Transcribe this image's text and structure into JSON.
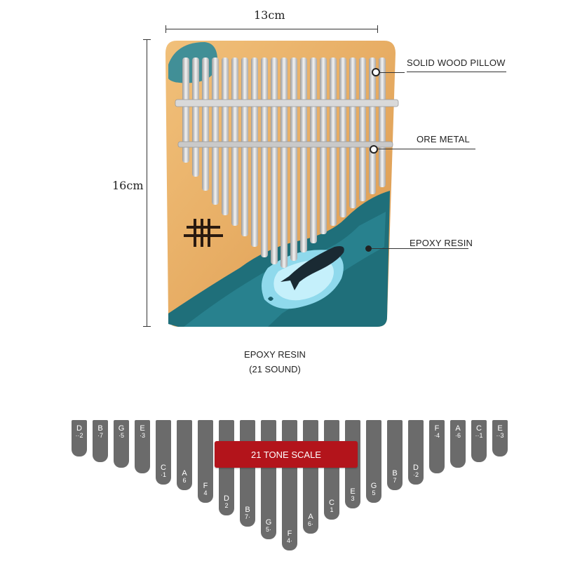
{
  "dimensions": {
    "width_label": "13cm",
    "height_label": "16cm"
  },
  "callouts": [
    {
      "label": "SOLID WOOD PILLOW"
    },
    {
      "label": "ORE METAL"
    },
    {
      "label": "EPOXY RESIN"
    }
  ],
  "caption": {
    "line1": "EPOXY RESIN",
    "line2": "(21 SOUND)"
  },
  "banner": {
    "label": "21 TONE SCALE"
  },
  "tines": [
    {
      "note": "D",
      "dots": "··2",
      "len": 52
    },
    {
      "note": "B",
      "dots": "·7",
      "len": 60
    },
    {
      "note": "G",
      "dots": "·5",
      "len": 68
    },
    {
      "note": "E",
      "dots": "·3",
      "len": 76
    },
    {
      "note": "C",
      "dots": "·1",
      "len": 92
    },
    {
      "note": "A",
      "dots": "6",
      "len": 100
    },
    {
      "note": "F",
      "dots": "4",
      "len": 118
    },
    {
      "note": "D",
      "dots": "2",
      "len": 136
    },
    {
      "note": "B",
      "dots": "7·",
      "len": 152
    },
    {
      "note": "G",
      "dots": "5·",
      "len": 170
    },
    {
      "note": "F",
      "dots": "4·",
      "len": 186
    },
    {
      "note": "A",
      "dots": "6·",
      "len": 162
    },
    {
      "note": "C",
      "dots": "1",
      "len": 142
    },
    {
      "note": "E",
      "dots": "3",
      "len": 126
    },
    {
      "note": "G",
      "dots": "5",
      "len": 118
    },
    {
      "note": "B",
      "dots": "7",
      "len": 100
    },
    {
      "note": "D",
      "dots": "·2",
      "len": 92
    },
    {
      "note": "F",
      "dots": "·4",
      "len": 76
    },
    {
      "note": "A",
      "dots": "·6",
      "len": 68
    },
    {
      "note": "C",
      "dots": "··1",
      "len": 60
    },
    {
      "note": "E",
      "dots": "··3",
      "len": 52
    }
  ],
  "colors": {
    "tine": "#6b6b6b",
    "banner": "#b3141b",
    "resin": "#1f6f7a",
    "wood": "#e6b06a"
  }
}
